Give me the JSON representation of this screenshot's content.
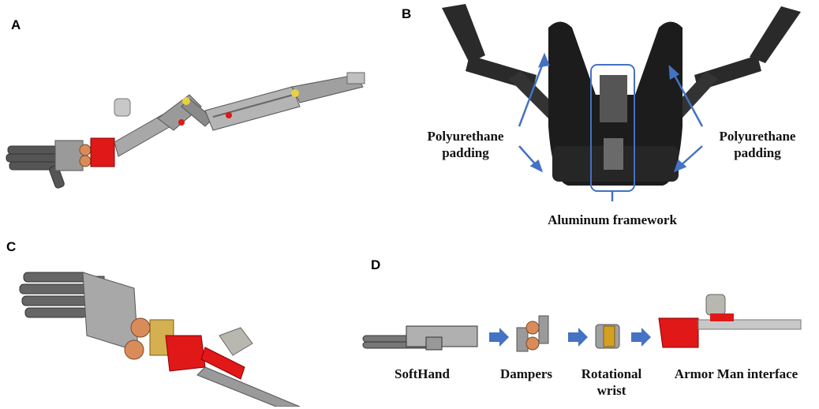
{
  "panels": {
    "a": {
      "letter": "A"
    },
    "b": {
      "letter": "B",
      "label_left_1": "Polyurethane",
      "label_left_2": "padding",
      "label_right_1": "Polyurethane",
      "label_right_2": "padding",
      "label_bottom": "Aluminum framework"
    },
    "c": {
      "letter": "C"
    },
    "d": {
      "letter": "D",
      "softhand": "SoftHand",
      "dampers": "Dampers",
      "wrist_1": "Rotational",
      "wrist_2": "wrist",
      "interface": "Armor Man interface"
    }
  },
  "colors": {
    "arrow": "#4472c4",
    "red_part": "#e01818",
    "grey_metal": "#8e8e8e",
    "vest": "#1c1c1c"
  }
}
